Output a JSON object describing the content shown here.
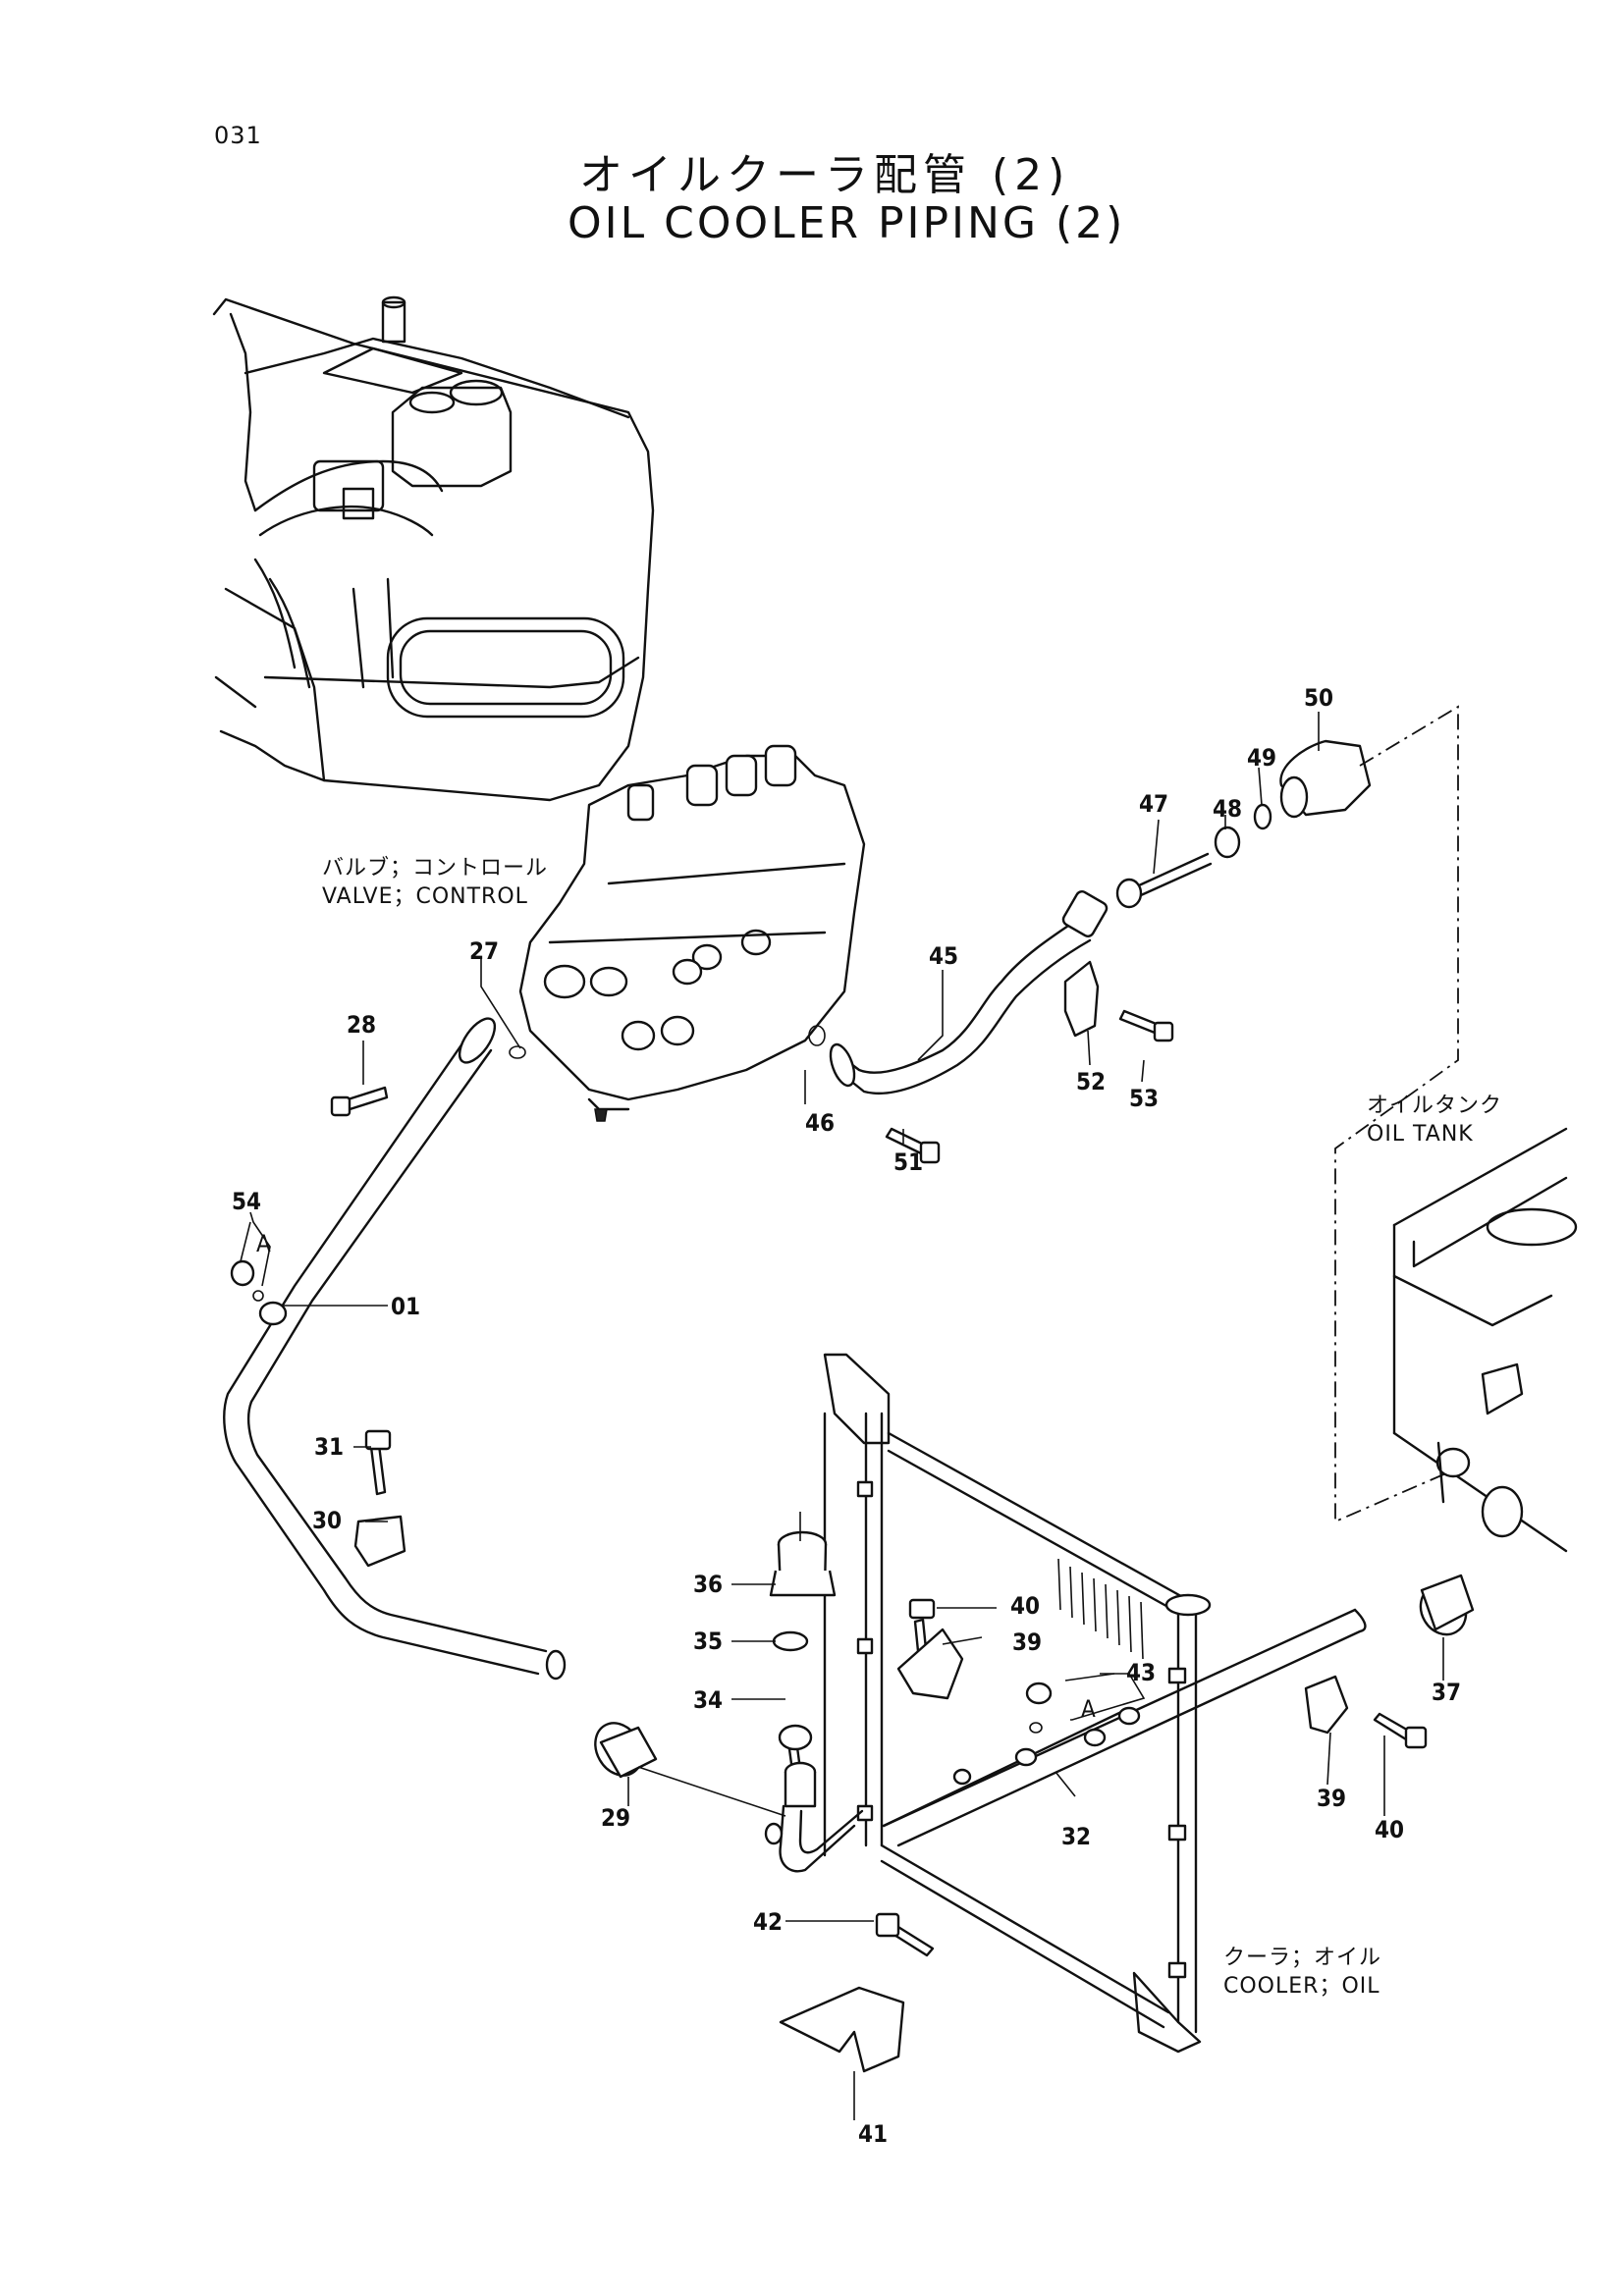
{
  "page_number": "031",
  "title": {
    "japanese": "オイルクーラ配管 (2)",
    "english": "OIL COOLER PIPING (2)"
  },
  "component_labels": {
    "valve_control": {
      "jp": "バルブ；コントロール",
      "en": "VALVE；CONTROL"
    },
    "oil_tank": {
      "jp": "オイルタンク",
      "en": "OIL  TANK"
    },
    "cooler_oil": {
      "jp": "クーラ；オイル",
      "en": "COOLER；OIL"
    }
  },
  "detail_marker": "A",
  "part_numbers": {
    "p01": "01",
    "p27": "27",
    "p28": "28",
    "p29": "29",
    "p30": "30",
    "p31": "31",
    "p32": "32",
    "p34": "34",
    "p35": "35",
    "p36": "36",
    "p37": "37",
    "p39a": "39",
    "p39b": "39",
    "p40a": "40",
    "p40b": "40",
    "p41": "41",
    "p42": "42",
    "p43": "43",
    "p45": "45",
    "p46": "46",
    "p47": "47",
    "p48": "48",
    "p49": "49",
    "p50": "50",
    "p51": "51",
    "p52": "52",
    "p53": "53",
    "p54": "54"
  }
}
